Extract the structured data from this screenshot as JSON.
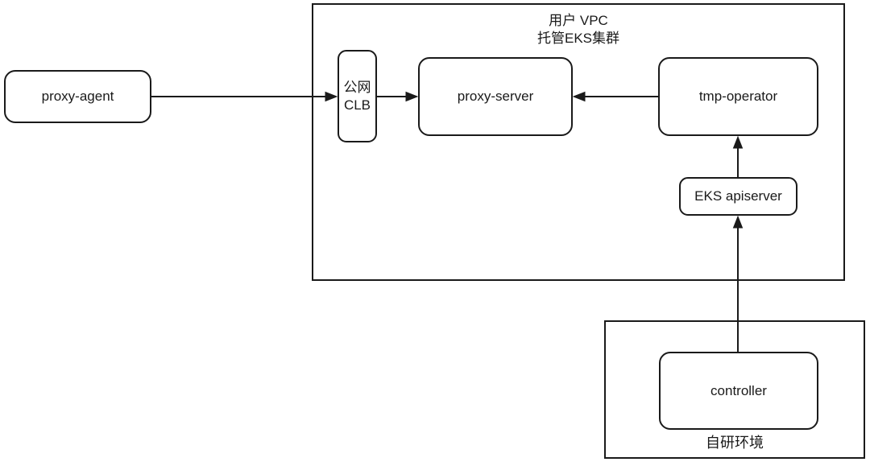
{
  "diagram": {
    "background_color": "#ffffff",
    "stroke_color": "#1a1a1a",
    "containers": {
      "vpc": {
        "title_line1": "用户 VPC",
        "title_line2": "托管EKS集群"
      },
      "self_dev": {
        "label": "自研环境"
      }
    },
    "nodes": {
      "proxy_agent": {
        "label": "proxy-agent"
      },
      "public_clb": {
        "label_line1": "公网",
        "label_line2": "CLB"
      },
      "proxy_server": {
        "label": "proxy-server"
      },
      "tmp_operator": {
        "label": "tmp-operator"
      },
      "eks_apiserver": {
        "label": "EKS apiserver"
      },
      "controller": {
        "label": "controller"
      }
    },
    "edges": [
      {
        "from": "proxy-agent",
        "to": "公网 CLB",
        "arrow_at": "to",
        "direction": "right"
      },
      {
        "from": "公网 CLB",
        "to": "proxy-server",
        "arrow_at": "to",
        "direction": "right"
      },
      {
        "from": "tmp-operator",
        "to": "proxy-server",
        "arrow_at": "to",
        "direction": "left"
      },
      {
        "from": "EKS apiserver",
        "to": "tmp-operator",
        "arrow_at": "to",
        "direction": "up"
      },
      {
        "from": "controller",
        "to": "EKS apiserver",
        "arrow_at": "to",
        "direction": "up"
      }
    ]
  }
}
